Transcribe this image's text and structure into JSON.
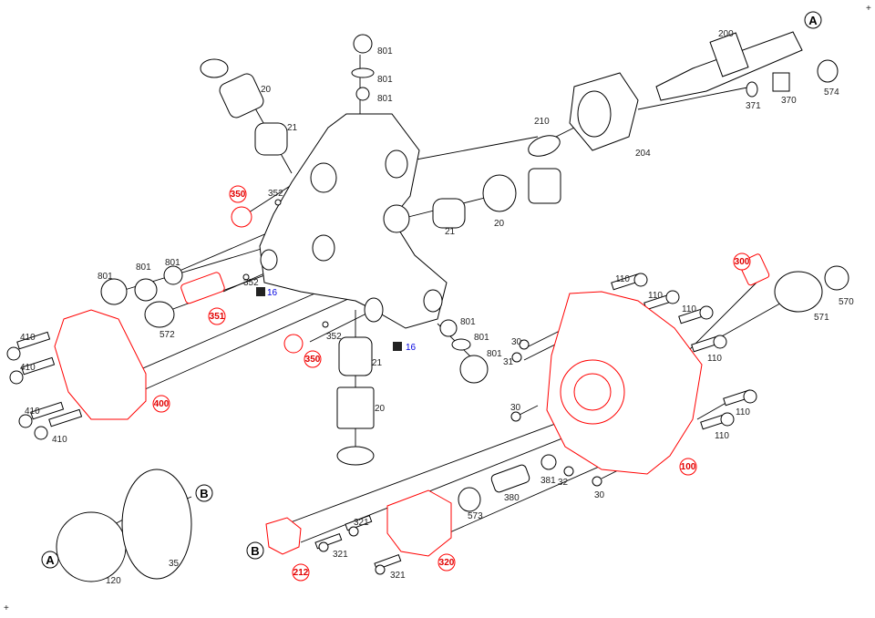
{
  "diagram": {
    "colors": {
      "standard": "#222222",
      "highlight": "#e00000",
      "blue": "#0000e0"
    },
    "labels": {
      "p200": "200",
      "p370": "370",
      "p371": "371",
      "p574": "574",
      "p210": "210",
      "p204": "204",
      "p801a": "801",
      "p801b": "801",
      "p801c": "801",
      "p20a": "20",
      "p21a": "21",
      "p352a": "352",
      "p20b": "20",
      "p21b": "21",
      "p801d": "801",
      "p801e": "801",
      "p801f": "801",
      "p352b": "352",
      "p572": "572",
      "p352c": "352",
      "p21c": "21",
      "p20c": "20",
      "p410a": "410",
      "p410b": "410",
      "p410c": "410",
      "p410d": "410",
      "p801g": "801",
      "p801h": "801",
      "p801i": "801",
      "p110a": "110",
      "p110b": "110",
      "p110c": "110",
      "p110d": "110",
      "p110e": "110",
      "p110f": "110",
      "p570": "570",
      "p571": "571",
      "p30a": "30",
      "p31": "31",
      "p30b": "30",
      "p381": "381",
      "p32": "32",
      "p380": "380",
      "p573": "573",
      "p30c": "30",
      "p321a": "321",
      "p321b": "321",
      "p321c": "321",
      "p120": "120",
      "p35": "35"
    },
    "blue_labels": {
      "p16a": "16",
      "p16b": "16"
    },
    "red_labels": {
      "r350a": "350",
      "r351": "351",
      "r350b": "350",
      "r400": "400",
      "r300": "300",
      "r100": "100",
      "r212": "212",
      "r320": "320"
    },
    "reference_letters": {
      "a1": "A",
      "a2": "A",
      "b1": "B",
      "b2": "B"
    },
    "corner_marks": {
      "tr": "+",
      "bl": "+"
    }
  }
}
